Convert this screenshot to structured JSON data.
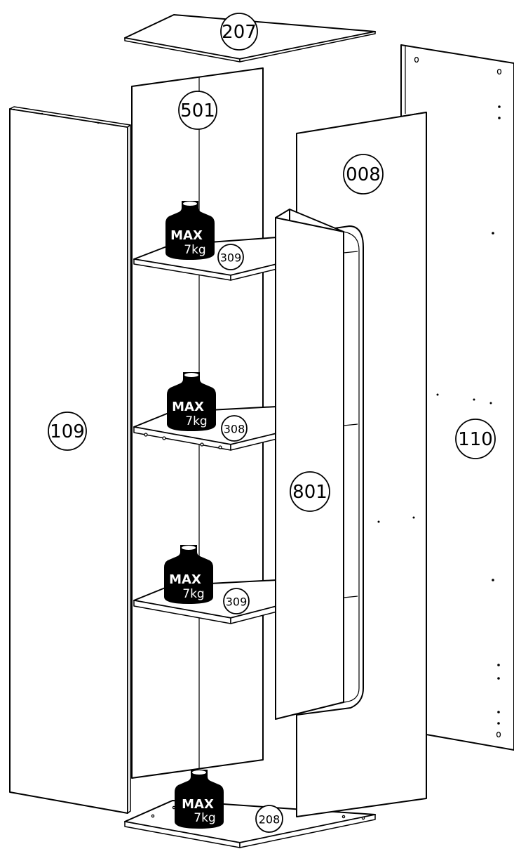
{
  "parts": {
    "top_panel": "207",
    "back_panel": "501",
    "left_side": "109",
    "right_side": "110",
    "front_frame": "008",
    "door": "801",
    "shelf_upper": "309",
    "shelf_middle": "308",
    "shelf_lower": "309",
    "bottom_panel": "208"
  },
  "weight_limit": {
    "max_label": "MAX",
    "load_label": "7kg"
  }
}
